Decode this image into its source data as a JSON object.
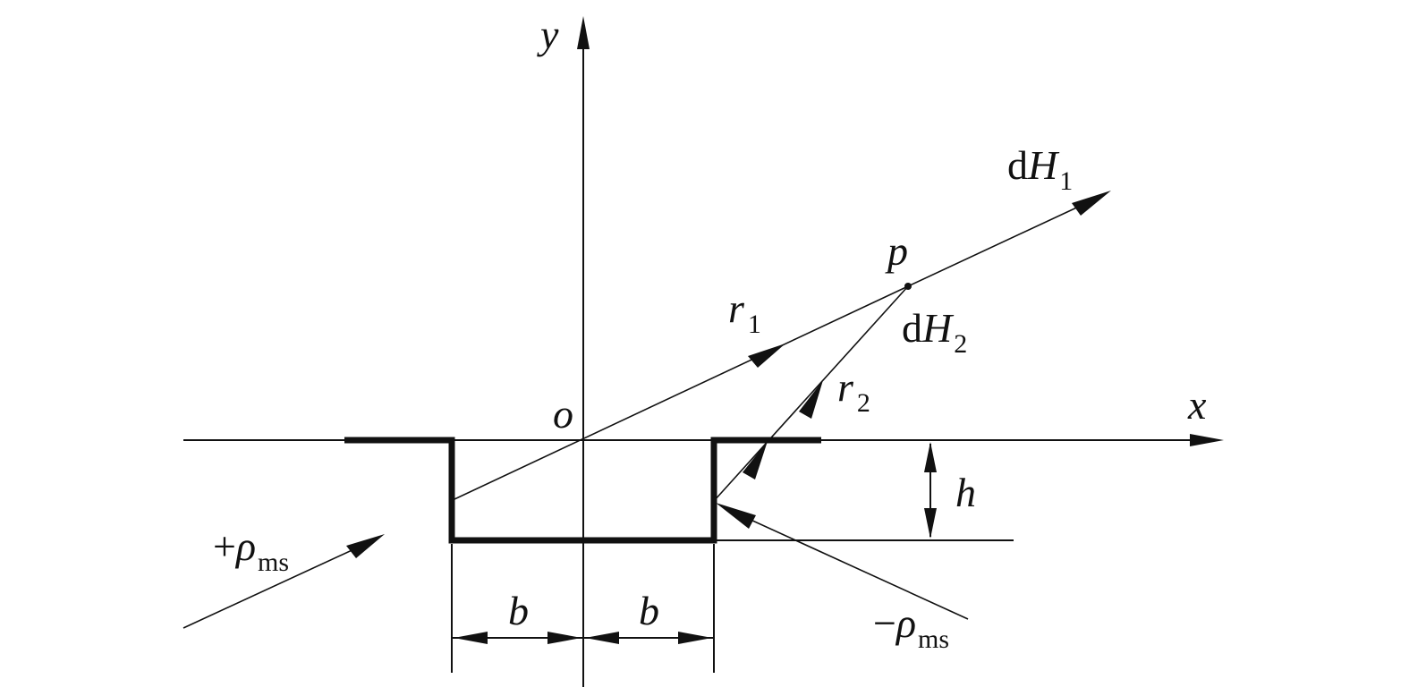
{
  "diagram": {
    "labels": {
      "y_axis": "y",
      "x_axis": "x",
      "origin": "o",
      "point": "p",
      "r1": {
        "main": "r",
        "sub": "1"
      },
      "r2": {
        "main": "r",
        "sub": "2"
      },
      "dH1": {
        "prefix": "d",
        "main": "H",
        "sub": "1"
      },
      "dH2": {
        "prefix": "d",
        "main": "H",
        "sub": "2"
      },
      "plus_rho": {
        "sign": "+",
        "main": "ρ",
        "sub": "ms"
      },
      "minus_rho": {
        "sign": "−",
        "main": "ρ",
        "sub": "ms"
      },
      "h": "h",
      "b_left": "b",
      "b_right": "b"
    },
    "colors": {
      "ink": "#111111",
      "background": "#ffffff"
    }
  }
}
